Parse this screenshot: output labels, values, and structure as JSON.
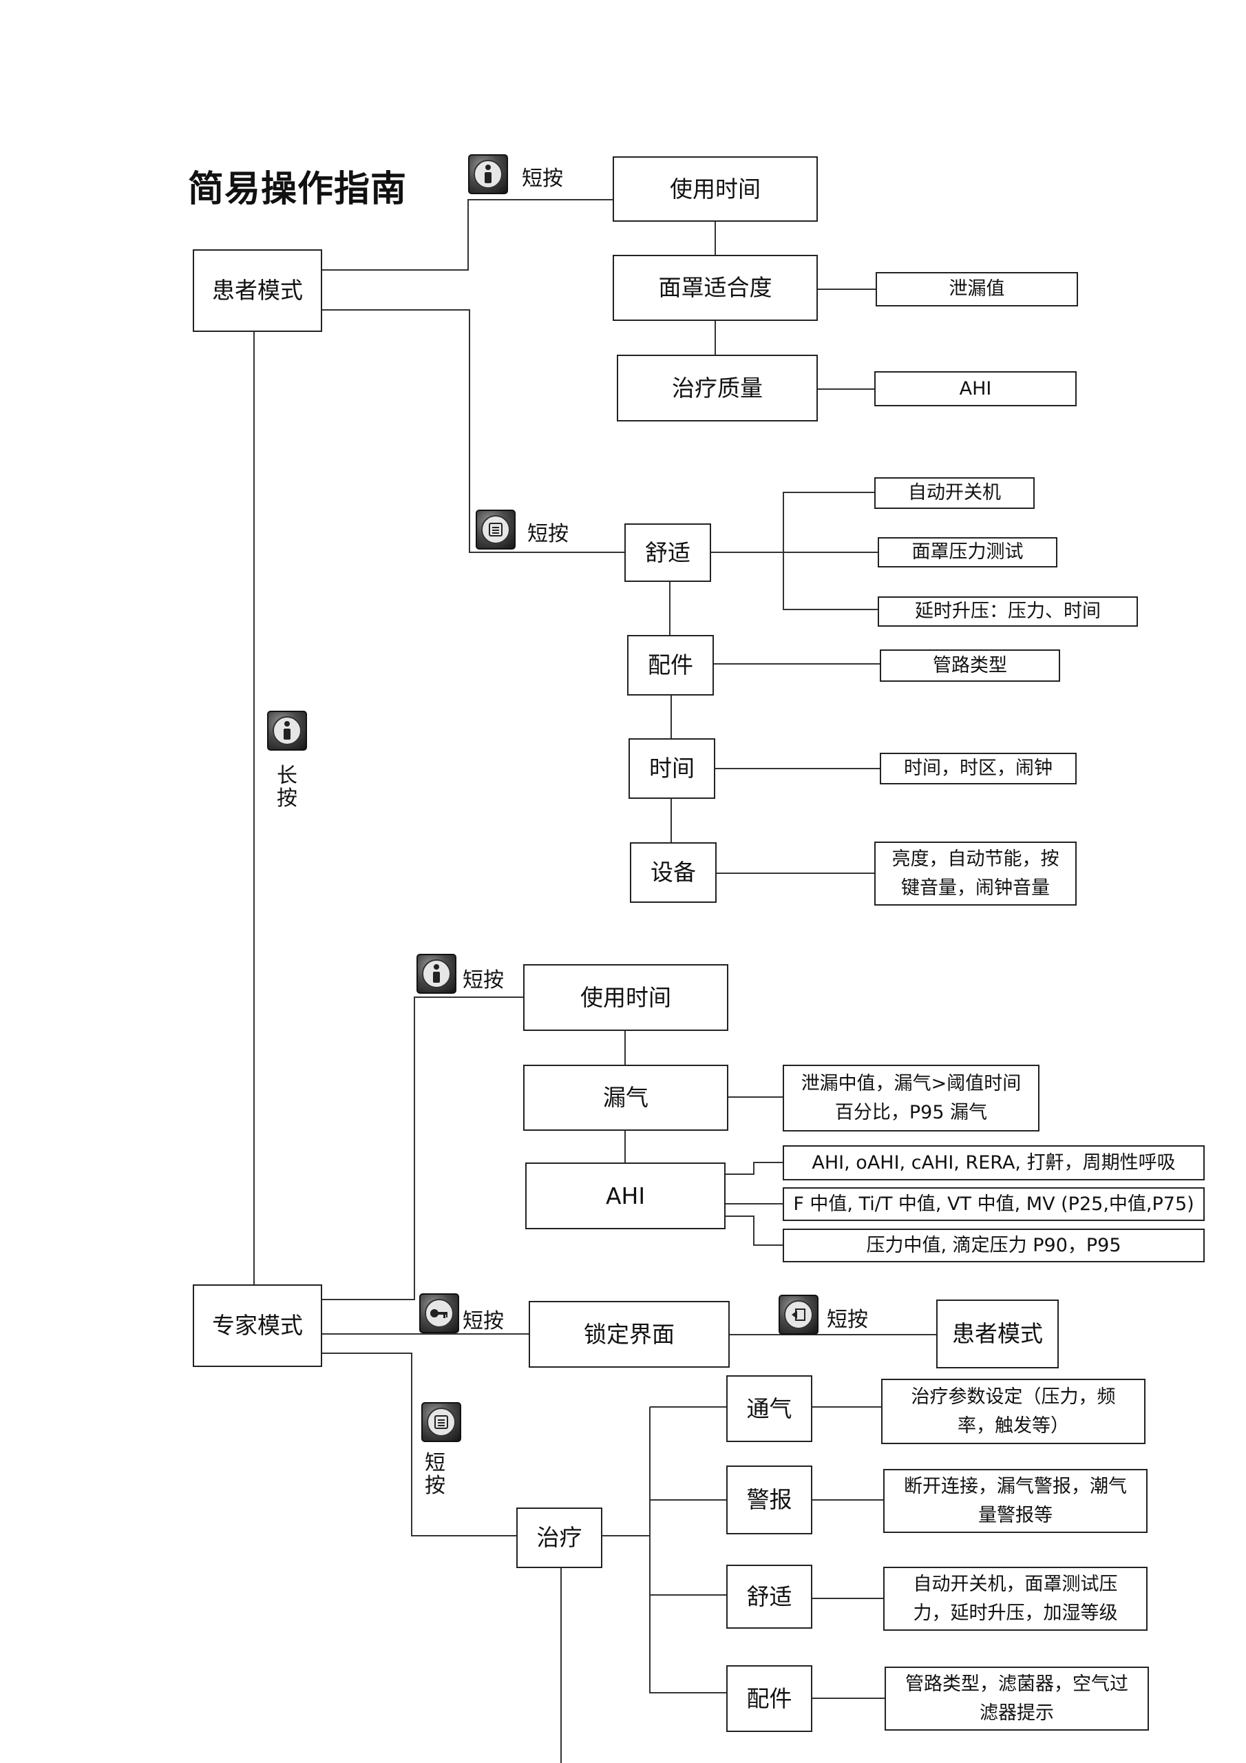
{
  "title": "简易操作指南",
  "patient_mode": {
    "label": "患者模式",
    "info_action": "短按",
    "menu_action": "短按",
    "usage_time": "使用时间",
    "mask_fit": "面罩适合度",
    "leak_value": "泄漏值",
    "therapy_quality": "治疗质量",
    "ahi": "AHI",
    "comfort": "舒适",
    "auto_onoff": "自动开关机",
    "mask_pressure_test": "面罩压力测试",
    "ramp": "延时升压：压力、时间",
    "accessories": "配件",
    "tube_type": "管路类型",
    "time": "时间",
    "time_detail": "时间，时区，闹钟",
    "device": "设备",
    "device_detail_1": "亮度，自动节能，按",
    "device_detail_2": "键音量，闹钟音量"
  },
  "long_press": {
    "c1": "长",
    "c2": "按"
  },
  "expert_mode": {
    "label": "专家模式",
    "info_action": "短按",
    "usage_time": "使用时间",
    "leak": "漏气",
    "leak_detail_1": "泄漏中值，漏气>阈值时间",
    "leak_detail_2": "百分比，P95 漏气",
    "ahi": "AHI",
    "ahi_detail_1": "AHI, oAHI, cAHI, RERA, 打鼾，周期性呼吸",
    "ahi_detail_2": "F 中值, Ti/T 中值, VT 中值, MV (P25,中值,P75)",
    "ahi_detail_3": "压力中值, 滴定压力 P90，P95",
    "key_action": "短按",
    "lock_screen": "锁定界面",
    "back_action": "短按",
    "back_patient_mode": "患者模式",
    "menu_action": {
      "c1": "短",
      "c2": "按"
    },
    "therapy": "治疗",
    "ventilation": "通气",
    "ventilation_detail_1": "治疗参数设定（压力，频",
    "ventilation_detail_2": "率，触发等）",
    "alarm": "警报",
    "alarm_detail_1": "断开连接，漏气警报，潮气",
    "alarm_detail_2": "量警报等",
    "comfort": "舒适",
    "comfort_detail_1": "自动开关机，面罩测试压",
    "comfort_detail_2": "力，延时升压，加湿等级",
    "accessories": "配件",
    "accessories_detail_1": "管路类型，滤菌器，空气过",
    "accessories_detail_2": "滤器提示"
  },
  "icons": [
    "info-icon",
    "menu-icon",
    "key-icon",
    "back-icon"
  ]
}
